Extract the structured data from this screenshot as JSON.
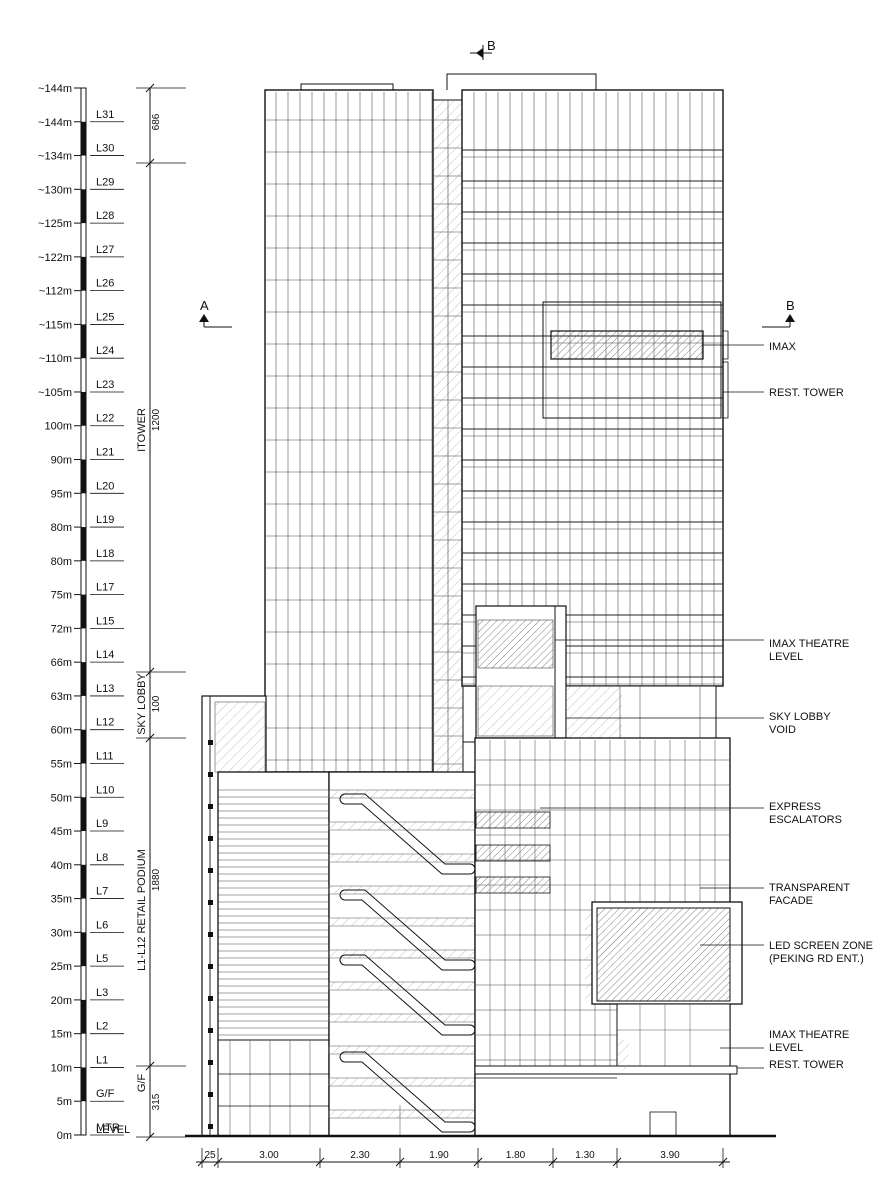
{
  "levels": [
    {
      "height": "~144m",
      "name": ""
    },
    {
      "height": "~144m",
      "name": "L31"
    },
    {
      "height": "~134m",
      "name": "L30"
    },
    {
      "height": "~130m",
      "name": "L29"
    },
    {
      "height": "~125m",
      "name": "L28"
    },
    {
      "height": "~122m",
      "name": "L27"
    },
    {
      "height": "~112m",
      "name": "L26"
    },
    {
      "height": "~115m",
      "name": "L25"
    },
    {
      "height": "~110m",
      "name": "L24"
    },
    {
      "height": "~105m",
      "name": "L23"
    },
    {
      "height": "100m",
      "name": "L22"
    },
    {
      "height": "90m",
      "name": "L21"
    },
    {
      "height": "95m",
      "name": "L20"
    },
    {
      "height": "80m",
      "name": "L19"
    },
    {
      "height": "80m",
      "name": "L18"
    },
    {
      "height": "75m",
      "name": "L17"
    },
    {
      "height": "72m",
      "name": "L15"
    },
    {
      "height": "66m",
      "name": "L14"
    },
    {
      "height": "63m",
      "name": "L13"
    },
    {
      "height": "60m",
      "name": "L12"
    },
    {
      "height": "55m",
      "name": "L11"
    },
    {
      "height": "50m",
      "name": "L10"
    },
    {
      "height": "45m",
      "name": "L9"
    },
    {
      "height": "40m",
      "name": "L8"
    },
    {
      "height": "35m",
      "name": "L7"
    },
    {
      "height": "30m",
      "name": "L6"
    },
    {
      "height": "25m",
      "name": "L5"
    },
    {
      "height": "20m",
      "name": "L3"
    },
    {
      "height": "15m",
      "name": "L2"
    },
    {
      "height": "10m",
      "name": "L1"
    },
    {
      "height": "5m",
      "name": "G/F"
    },
    {
      "height": "0m",
      "name": "MTR"
    }
  ],
  "level_extra": "LEVEL",
  "vertical_zones": [
    {
      "label": "ITOWER",
      "dim": "1200"
    },
    {
      "label": "SKY LOBBY",
      "dim": "100"
    },
    {
      "label": "L1-L12 RETAIL PODIUM",
      "dim": "1880"
    },
    {
      "label": "G/F",
      "dim": "315"
    }
  ],
  "top_dim": "686",
  "horizontal_dims": [
    "25",
    "3.00",
    "2.30",
    "1.90",
    "1.80",
    "1.30",
    "3.90"
  ],
  "section_marks": {
    "top_b": "B",
    "left_a": "A",
    "right_b": "B"
  },
  "callouts": [
    {
      "lines": [
        "IMAX"
      ]
    },
    {
      "lines": [
        "REST. TOWER"
      ]
    },
    {
      "lines": [
        "IMAX THEATRE",
        "LEVEL"
      ]
    },
    {
      "lines": [
        "SKY LOBBY",
        "VOID"
      ]
    },
    {
      "lines": [
        "EXPRESS",
        "ESCALATORS"
      ]
    },
    {
      "lines": [
        "TRANSPARENT",
        "FACADE"
      ]
    },
    {
      "lines": [
        "LED SCREEN ZONE",
        "(PEKING RD ENT.)"
      ]
    },
    {
      "lines": [
        "IMAX THEATRE",
        "LEVEL"
      ]
    },
    {
      "lines": [
        "REST. TOWER"
      ]
    }
  ]
}
